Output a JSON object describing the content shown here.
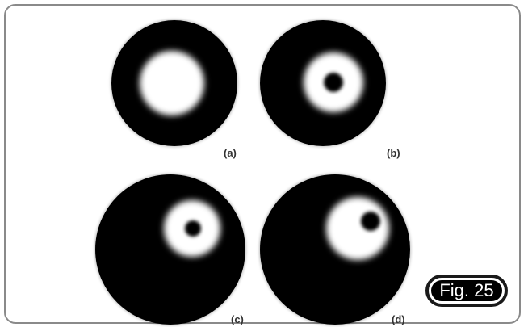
{
  "panels": [
    {
      "id": "a",
      "label": "(a)"
    },
    {
      "id": "b",
      "label": "(b)"
    },
    {
      "id": "c",
      "label": "(c)"
    },
    {
      "id": "d",
      "label": "(d)"
    }
  ],
  "figure_badge": "Fig. 25",
  "colors": {
    "disk": "#000000",
    "spot": "#ffffff",
    "frame": "#8a8a8a"
  }
}
